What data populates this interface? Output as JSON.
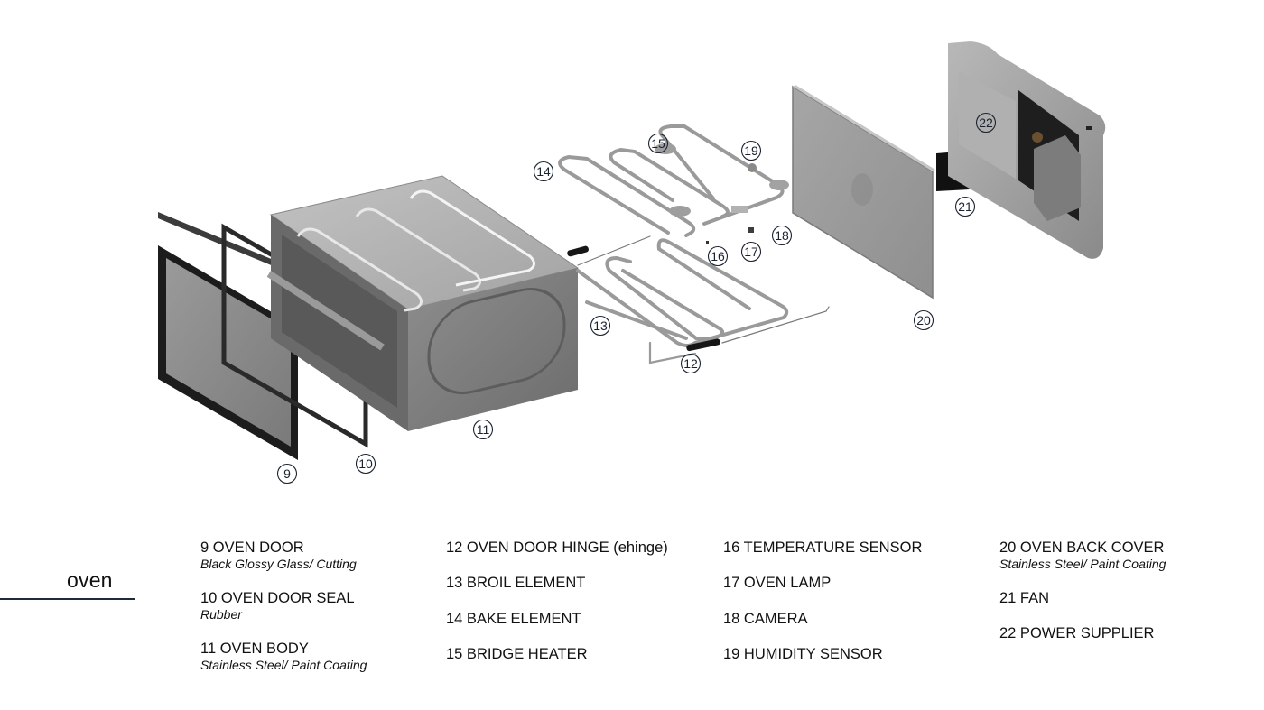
{
  "section": {
    "title": "oven"
  },
  "callouts": [
    "9",
    "10",
    "11",
    "12",
    "13",
    "14",
    "15",
    "16",
    "17",
    "18",
    "19",
    "20",
    "21",
    "22"
  ],
  "legend": {
    "columns": [
      [
        {
          "name": "9 OVEN DOOR",
          "material": "Black Glossy Glass/ Cutting"
        },
        {
          "name": "10 OVEN DOOR SEAL",
          "material": "Rubber"
        },
        {
          "name": "11 OVEN BODY",
          "material": "Stainless Steel/ Paint Coating"
        }
      ],
      [
        {
          "name": "12 OVEN DOOR HINGE (ehinge)"
        },
        {
          "name": "13 BROIL ELEMENT"
        },
        {
          "name": "14 BAKE ELEMENT"
        },
        {
          "name": "15 BRIDGE HEATER"
        }
      ],
      [
        {
          "name": "16 TEMPERATURE SENSOR"
        },
        {
          "name": "17 OVEN LAMP"
        },
        {
          "name": "18 CAMERA"
        },
        {
          "name": "19 HUMIDITY SENSOR"
        }
      ],
      [
        {
          "name": "20 OVEN BACK COVER",
          "material": "Stainless Steel/ Paint Coating"
        },
        {
          "name": "21 FAN"
        },
        {
          "name": "22 POWER SUPPLIER"
        }
      ]
    ]
  },
  "colors": {
    "callout_stroke": "#1a2230",
    "rule": "#1f2a3a",
    "metal_light": "#b4b4b4",
    "metal_mid": "#8c8c8c",
    "metal_dark": "#5e5e5e",
    "black_part": "#151515"
  }
}
